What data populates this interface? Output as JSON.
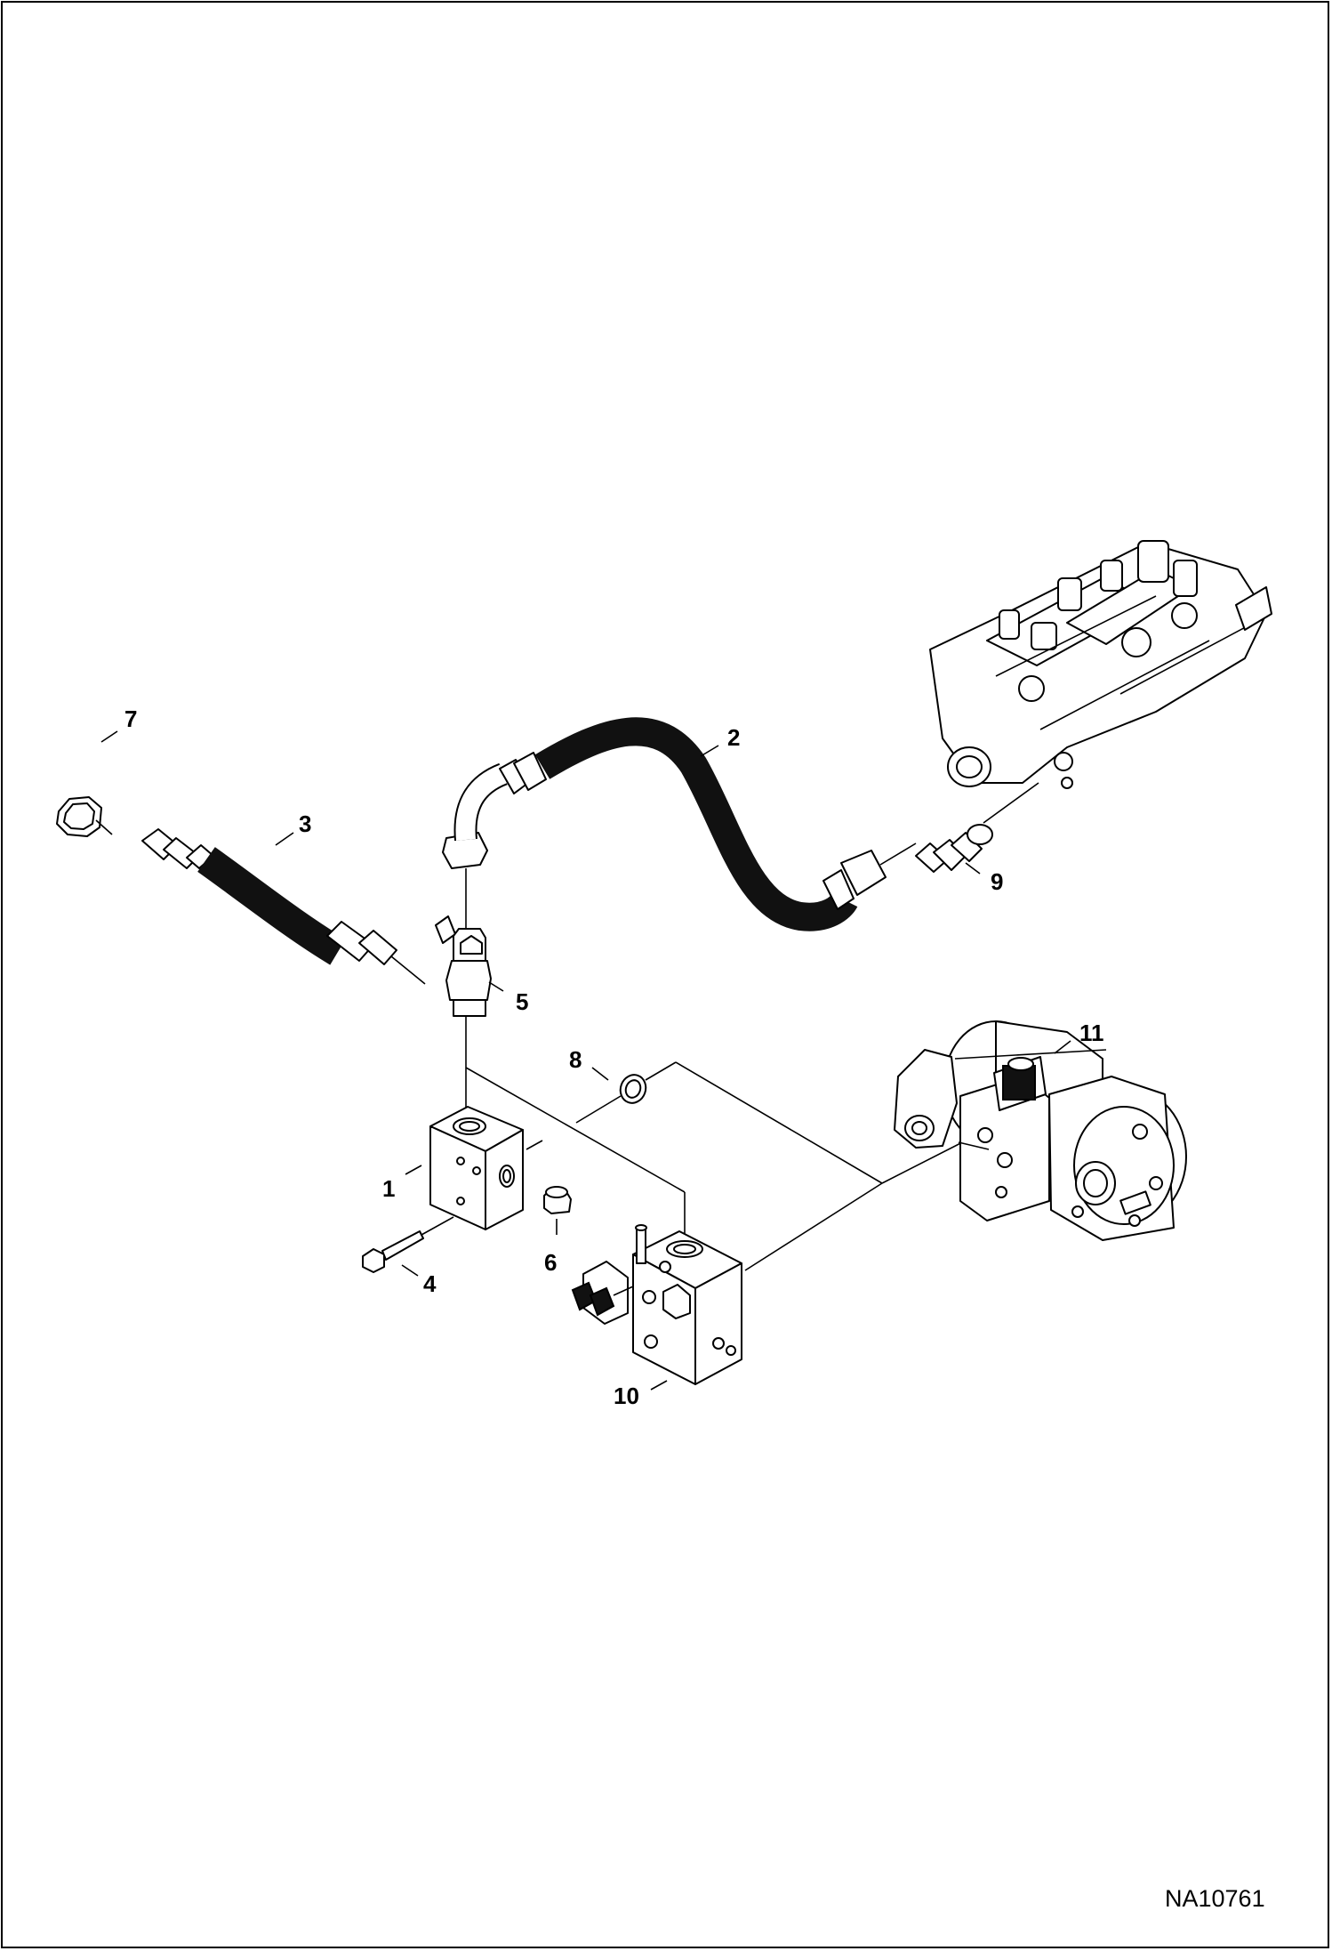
{
  "figure_id": "NA10761",
  "callouts": [
    {
      "id": "1",
      "text": "1"
    },
    {
      "id": "2",
      "text": "2"
    },
    {
      "id": "3",
      "text": "3"
    },
    {
      "id": "4",
      "text": "4"
    },
    {
      "id": "5",
      "text": "5"
    },
    {
      "id": "6",
      "text": "6"
    },
    {
      "id": "7",
      "text": "7"
    },
    {
      "id": "8",
      "text": "8"
    },
    {
      "id": "9",
      "text": "9"
    },
    {
      "id": "10",
      "text": "10"
    },
    {
      "id": "11",
      "text": "11"
    }
  ]
}
